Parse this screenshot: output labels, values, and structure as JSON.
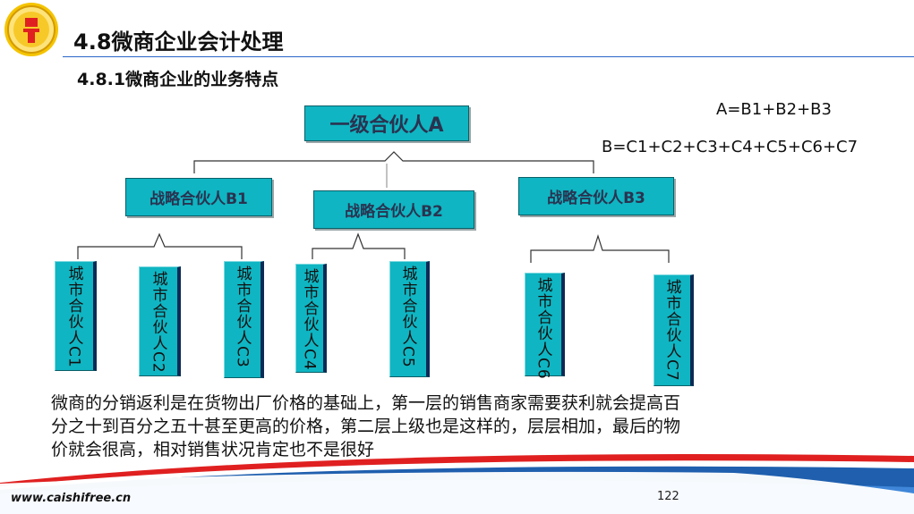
{
  "header": {
    "title": "4.8微商企业会计处理",
    "subtitle": "4.8.1微商企业的业务特点"
  },
  "formulas": {
    "a": "A=B1+B2+B3",
    "b": "B=C1+C2+C3+C4+C5+C6+C7"
  },
  "diagram": {
    "level1": "一级合伙人A",
    "level2": [
      "战略合伙人B1",
      "战略合伙人B2",
      "战略合伙人B3"
    ],
    "level3": [
      "城市合伙人C1",
      "城市合伙人C2",
      "城市合伙人C3",
      "城市合伙人C4",
      "城市合伙人C5",
      "城市合伙人C6",
      "城市合伙人C7"
    ]
  },
  "body": {
    "line1": "微商的分销返利是在货物出厂价格的基础上，第一层的销售商家需要获利就会提高百",
    "line2": "分之十到百分之五十甚至更高的价格，第二层上级也是这样的，层层相加，最后的物",
    "line3": "价就会很高，相对销售状况肯定也不是很好"
  },
  "footer": {
    "url": "www.caishifree.cn",
    "page_number": "122"
  },
  "colors": {
    "box_fill": "#0fb5c2",
    "footer_blue": "#1f5fae",
    "footer_red": "#e02020"
  }
}
